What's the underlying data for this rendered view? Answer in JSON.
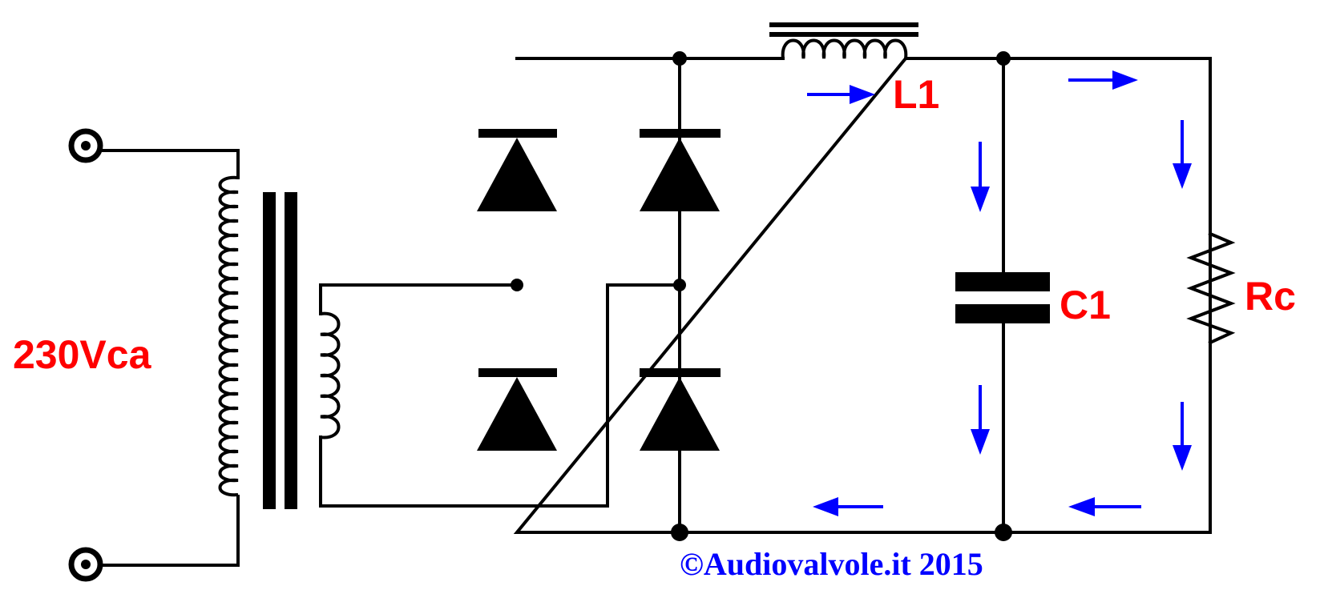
{
  "labels": {
    "input_voltage": "230Vca",
    "inductor": "L1",
    "capacitor": "C1",
    "load_resistor": "Rc"
  },
  "copyright": "©Audiovalvole.it 2015",
  "colors": {
    "label": "#ff0000",
    "current_arrow": "#0000ff",
    "copyright": "#0000ff",
    "wire": "#000000"
  }
}
